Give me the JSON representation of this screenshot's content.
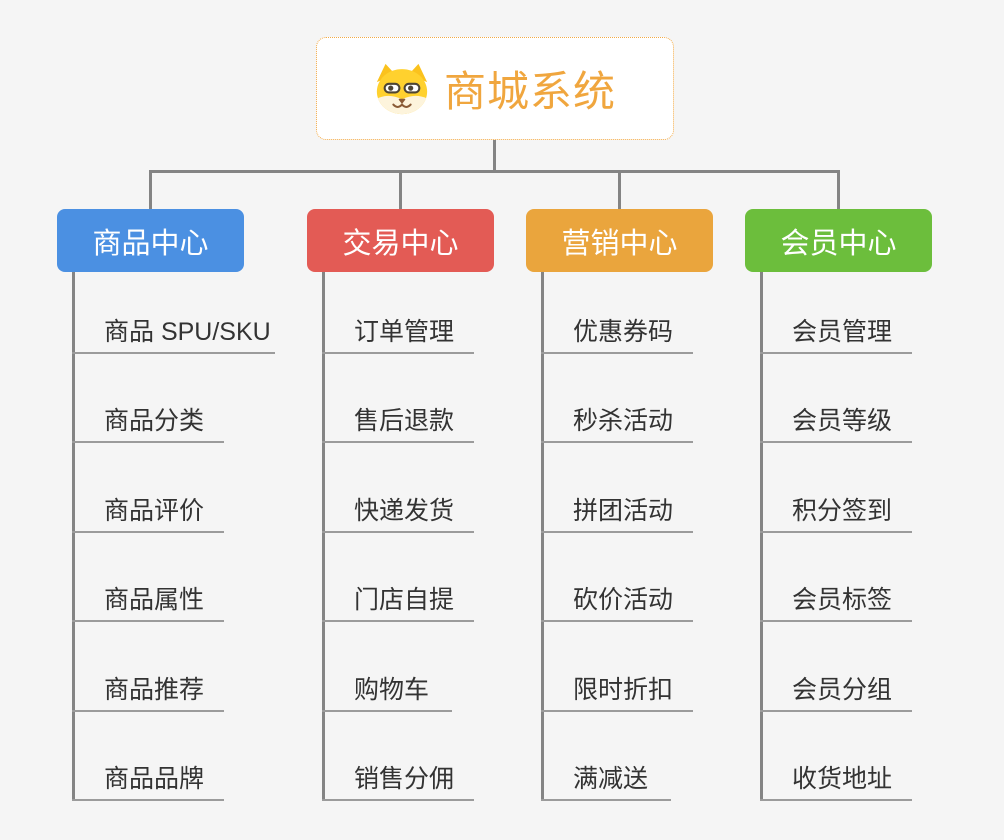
{
  "root": {
    "title": "商城系统",
    "icon": "dog-face-icon",
    "title_color": "#F0A63E",
    "border_color": "#F3AA45"
  },
  "branches": [
    {
      "label": "商品中心",
      "color": "#4B90E2",
      "items": [
        "商品 SPU/SKU",
        "商品分类",
        "商品评价",
        "商品属性",
        "商品推荐",
        "商品品牌"
      ]
    },
    {
      "label": "交易中心",
      "color": "#E35B55",
      "items": [
        "订单管理",
        "售后退款",
        "快递发货",
        "门店自提",
        "购物车",
        "销售分佣"
      ]
    },
    {
      "label": "营销中心",
      "color": "#EAA53D",
      "items": [
        "优惠券码",
        "秒杀活动",
        "拼团活动",
        "砍价活动",
        "限时折扣",
        "满减送"
      ]
    },
    {
      "label": "会员中心",
      "color": "#6CBE3C",
      "items": [
        "会员管理",
        "会员等级",
        "积分签到",
        "会员标签",
        "会员分组",
        "收货地址"
      ]
    }
  ],
  "connector_color": "#848484"
}
